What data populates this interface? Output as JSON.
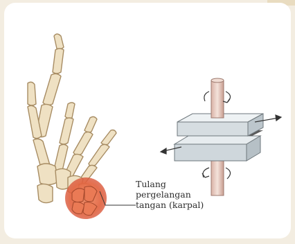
{
  "annotation": {
    "line1": "Tulang",
    "line2": "pergelangan",
    "line3": "tangan (karpal)"
  },
  "colors": {
    "bone": "#efe1c3",
    "bone_outline": "#a78c63",
    "carpal_highlight": "#e2633f",
    "block": "#d6dde1",
    "gap": "#5a5a5a",
    "rod": "#e9cfc6"
  },
  "icons": [
    "hand-skeleton-icon",
    "shear-apparatus-icon",
    "rotation-arrow-icon",
    "force-arrow-icon"
  ]
}
